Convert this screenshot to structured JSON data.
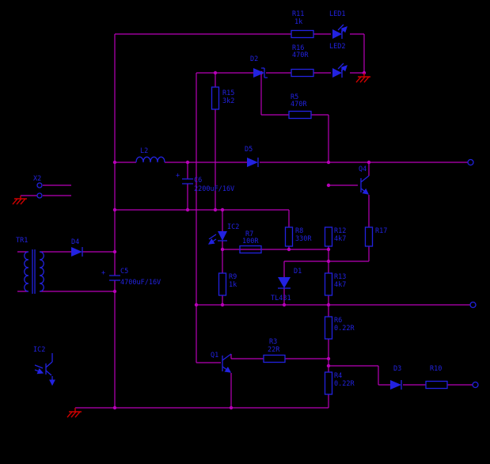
{
  "colors": {
    "background": "#000000",
    "wire": "#b800b8",
    "component": "#2222e0",
    "ground": "#cc0000"
  },
  "components": {
    "r11": {
      "ref": "R11",
      "value": "1k"
    },
    "led1": {
      "ref": "LED1"
    },
    "led2": {
      "ref": "LED2"
    },
    "d2": {
      "ref": "D2"
    },
    "r15": {
      "ref": "R15",
      "value": "3k2"
    },
    "r16": {
      "ref": "R16",
      "value": "470R"
    },
    "r5": {
      "ref": "R5",
      "value": "470R"
    },
    "l2": {
      "ref": "L2"
    },
    "d5": {
      "ref": "D5"
    },
    "c6": {
      "ref": "C6",
      "value": "2200uF/16V",
      "polarity": "+"
    },
    "x2": {
      "ref": "X2"
    },
    "tr1": {
      "ref": "TR1"
    },
    "d4": {
      "ref": "D4"
    },
    "c5": {
      "ref": "C5",
      "value": "4700uF/16V",
      "polarity": "+"
    },
    "ic2_led": {
      "ref": "IC2"
    },
    "r7": {
      "ref": "R7",
      "value": "100R"
    },
    "r8": {
      "ref": "R8",
      "value": "330R"
    },
    "r12": {
      "ref": "R12",
      "value": "4k7"
    },
    "r17": {
      "ref": "R17"
    },
    "q4": {
      "ref": "Q4"
    },
    "d1": {
      "ref": "D1",
      "value": "TL431"
    },
    "r13": {
      "ref": "R13",
      "value": "4k7"
    },
    "r9": {
      "ref": "R9",
      "value": "1k"
    },
    "r6": {
      "ref": "R6",
      "value": "0.22R"
    },
    "r3": {
      "ref": "R3",
      "value": "22R"
    },
    "q1": {
      "ref": "Q1"
    },
    "r4": {
      "ref": "R4",
      "value": "0.22R"
    },
    "d3": {
      "ref": "D3"
    },
    "r10": {
      "ref": "R10"
    },
    "ic2_tr": {
      "ref": "IC2"
    }
  }
}
